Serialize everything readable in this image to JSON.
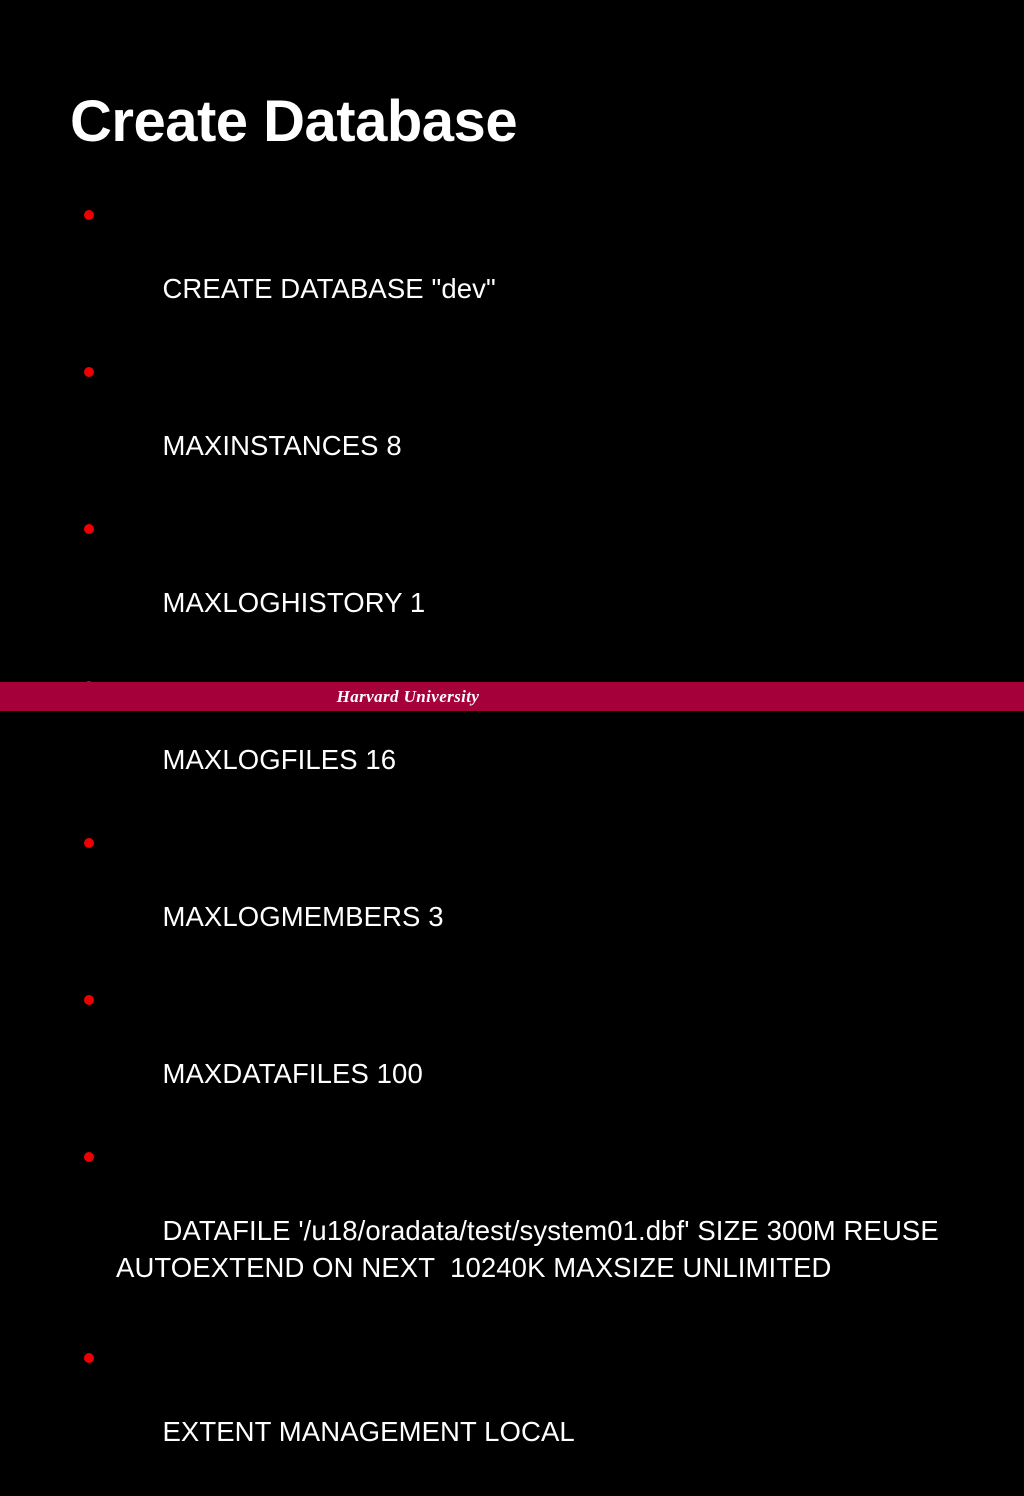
{
  "slide": {
    "background_color": "#000000",
    "title": "Create Database",
    "title_color": "#ffffff",
    "bullet_color": "#ef0000",
    "body_text_color": "#ffffff",
    "bullets": [
      {
        "text": "CREATE DATABASE \"dev\""
      },
      {
        "text": "MAXINSTANCES 8"
      },
      {
        "text": "MAXLOGHISTORY 1"
      },
      {
        "text": "MAXLOGFILES 16"
      },
      {
        "text": "MAXLOGMEMBERS 3"
      },
      {
        "text": "MAXDATAFILES 100"
      },
      {
        "text": "DATAFILE '/u18/oradata/test/system01.dbf' SIZE 300M REUSE AUTOEXTEND ON NEXT  10240K MAXSIZE UNLIMITED"
      },
      {
        "text": "EXTENT MANAGEMENT LOCAL"
      }
    ]
  },
  "footer": {
    "text": "Harvard University",
    "band_color": "#a5003a",
    "text_color": "#ffffff"
  }
}
